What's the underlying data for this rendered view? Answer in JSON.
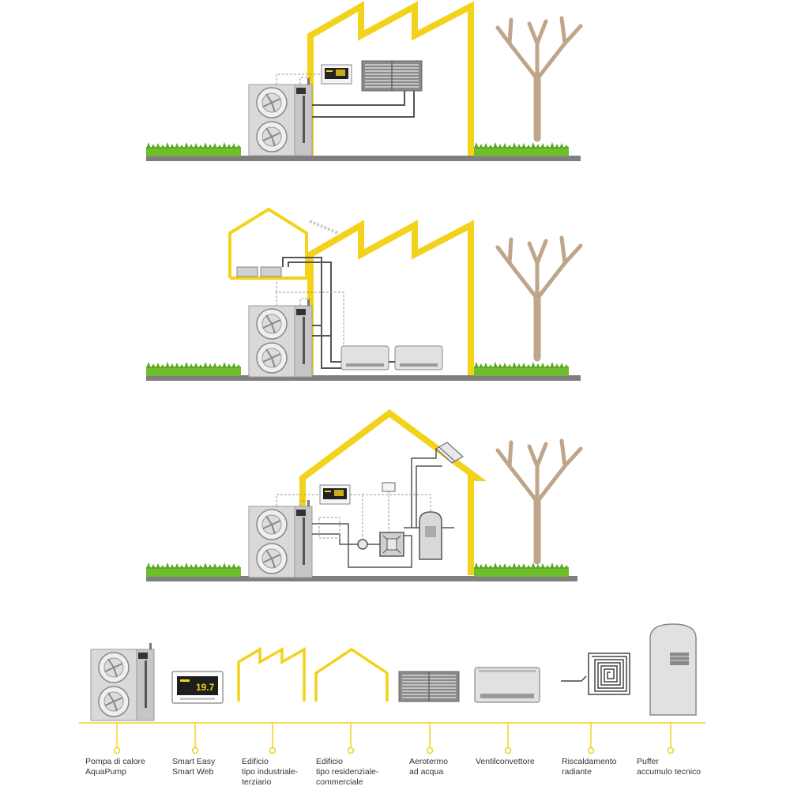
{
  "device": {
    "brand": "AquaPump",
    "display_value": "19.7"
  },
  "colors": {
    "building": "#f2d21a",
    "ground": "#7f7f7f",
    "grass": "#6fbe2e",
    "tree": "#bfa58a",
    "pipe": "#555555",
    "dashed": "#999999",
    "unit_body": "#d8d8d8",
    "legend_line": "#f2d21a",
    "label_text": "#333333"
  },
  "legend": [
    {
      "line1": "Pompa di calore",
      "line2": "AquaPump",
      "line3": "",
      "icon": "heat-pump-icon"
    },
    {
      "line1": "Smart Easy",
      "line2": "Smart Web",
      "line3": "",
      "icon": "smart-controller-icon"
    },
    {
      "line1": "Edificio",
      "line2": "tipo industriale-",
      "line3": "terziario",
      "icon": "industrial-building-icon"
    },
    {
      "line1": "Edificio",
      "line2": "tipo residenziale-",
      "line3": "commerciale",
      "icon": "residential-building-icon"
    },
    {
      "line1": "Aerotermo",
      "line2": "ad acqua",
      "line3": "",
      "icon": "water-heater-icon"
    },
    {
      "line1": "Ventilconvettore",
      "line2": "",
      "line3": "",
      "icon": "fan-coil-icon"
    },
    {
      "line1": "Riscaldamento",
      "line2": "radiante",
      "line3": "",
      "icon": "radiant-heating-icon"
    },
    {
      "line1": "Puffer",
      "line2": "accumulo tecnico",
      "line3": "",
      "icon": "buffer-tank-icon"
    }
  ]
}
